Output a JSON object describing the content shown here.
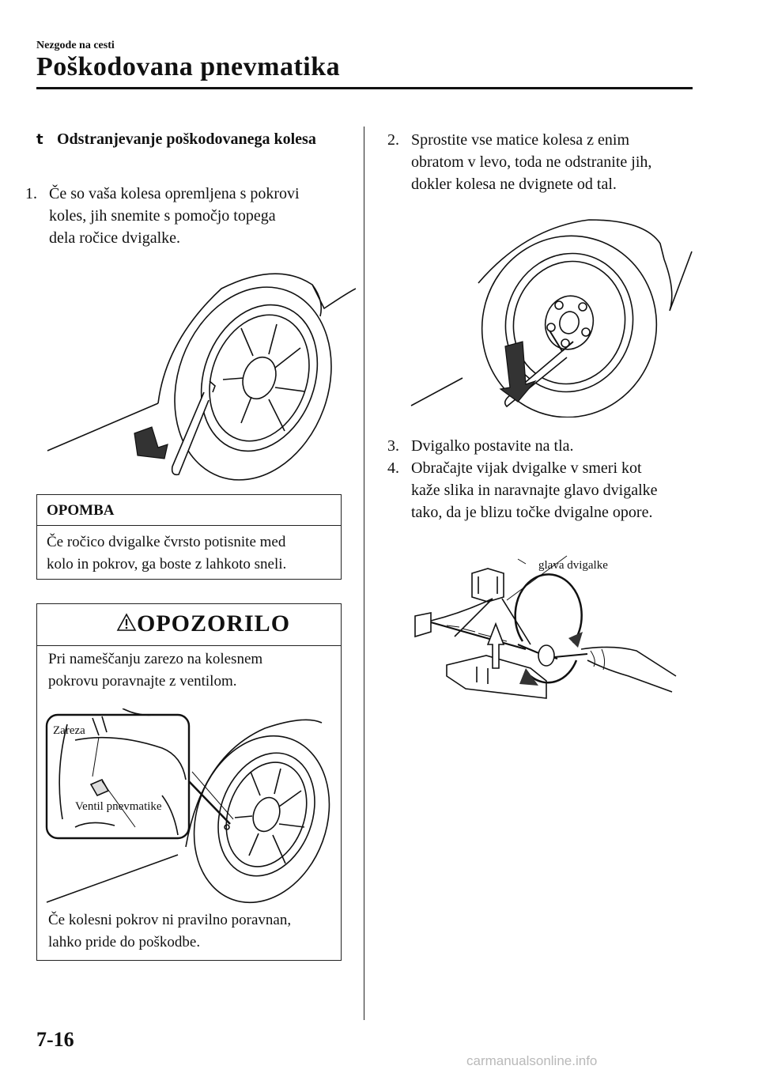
{
  "header": {
    "section": "Nezgode na cesti",
    "title": "Poškodovana pnevmatika"
  },
  "left": {
    "subheading": {
      "bullet": "t",
      "text": "Odstranjevanje poškodovanega kolesa"
    },
    "step1": {
      "num": "1.",
      "lines": [
        "Če so vaša kolesa opremljena s pokrovi",
        "koles, jih snemite s pomočjo topega",
        "dela ročice dvigalke."
      ]
    },
    "note": {
      "title": "OPOMBA",
      "lines": [
        "Če ročico dvigalke čvrsto potisnite med",
        "kolo in pokrov, ga boste z lahkoto sneli."
      ]
    },
    "warning": {
      "title": "OPOZORILO",
      "lines1": [
        "Pri nameščanju zarezo na kolesnem",
        "pokrovu poravnajte z ventilom."
      ],
      "label_notch": "Zareza",
      "label_valve": "Ventil pnevmatike",
      "lines2": [
        "Če kolesni pokrov ni pravilno poravnan,",
        "lahko pride do poškodbe."
      ]
    }
  },
  "right": {
    "step2": {
      "num": "2.",
      "lines": [
        "Sprostite vse matice kolesa z enim",
        "obratom v levo, toda ne odstranite jih,",
        "dokler kolesa ne dvignete od tal."
      ]
    },
    "step3": {
      "num": "3.",
      "lines": [
        "Dvigalko postavite na tla."
      ]
    },
    "step4": {
      "num": "4.",
      "lines": [
        "Obračajte vijak dvigalke v smeri kot",
        "kaže slika in naravnajte glavo dvigalke",
        "tako, da je blizu točke dvigalne opore."
      ]
    },
    "jack_label": "glava dvigalke"
  },
  "footer": {
    "page_number": "7-16",
    "watermark": "carmanualsonline.info"
  }
}
